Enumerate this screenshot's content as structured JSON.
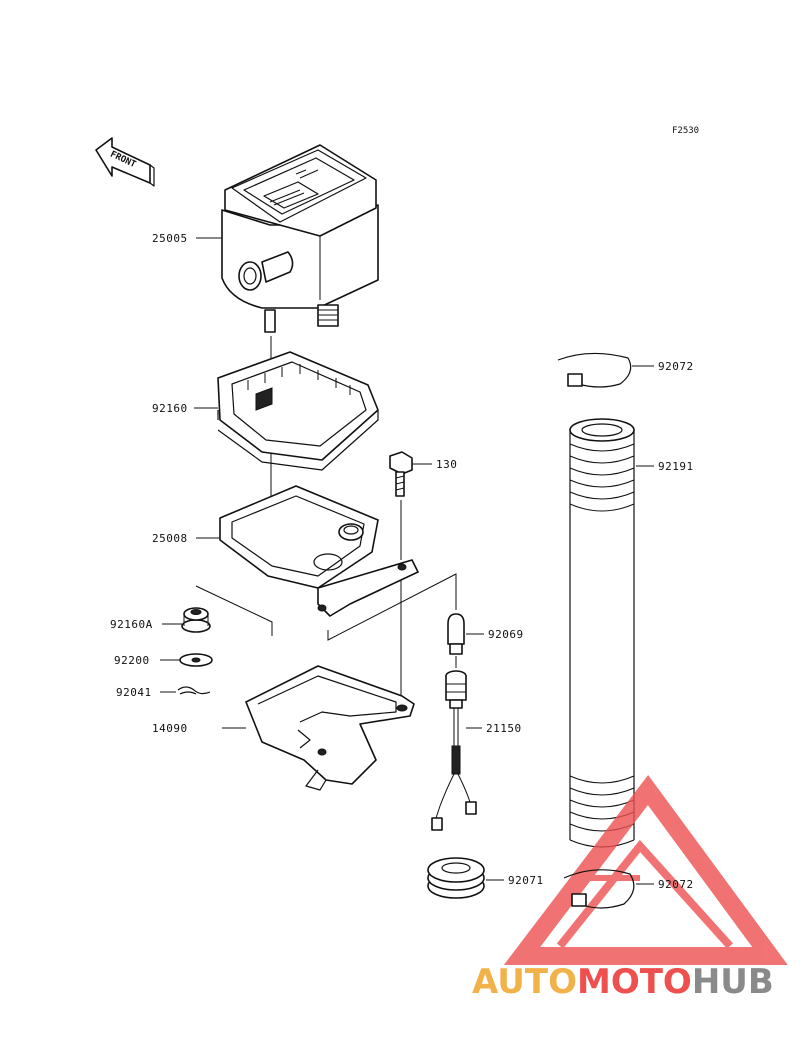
{
  "figure_code": "F2530",
  "front_label": "FRONT",
  "part_labels": {
    "p25005": "25005",
    "p92160": "92160",
    "p130": "130",
    "p25008": "25008",
    "p92160a": "92160A",
    "p92200": "92200",
    "p92041": "92041",
    "p14090": "14090",
    "p92069": "92069",
    "p21150": "21150",
    "p92072_top": "92072",
    "p92191": "92191",
    "p92071": "92071",
    "p92072_bottom": "92072"
  },
  "watermark": {
    "part1": "AUTO",
    "part2": "MOTO",
    "part3": "HUB",
    "colors": {
      "orange": "#f2b24a",
      "red": "#ee5050",
      "gray": "#8a8a8a"
    }
  }
}
